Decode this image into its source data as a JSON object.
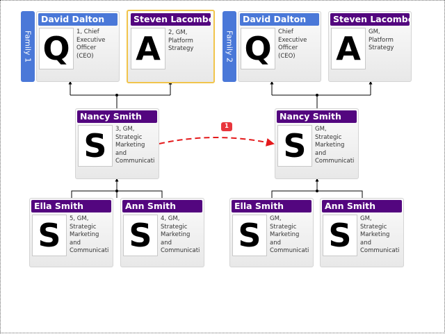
{
  "families": [
    {
      "label": "Family 1"
    },
    {
      "label": "Family 2"
    }
  ],
  "cards": [
    {
      "name": "David Dalton",
      "letter": "Q",
      "desc": "1, Chief\nExecutive\nOfficer\n(CEO)"
    },
    {
      "name": "Steven Lacombe",
      "letter": "A",
      "desc": "2, GM,\nPlatform\nStrategy"
    },
    {
      "name": "Nancy Smith",
      "letter": "S",
      "desc": "3, GM,\nStrategic\nMarketing\nand\nCommunicati"
    },
    {
      "name": "Ella Smith",
      "letter": "S",
      "desc": "5, GM,\nStrategic\nMarketing\nand\nCommunicati"
    },
    {
      "name": "Ann Smith",
      "letter": "S",
      "desc": "4, GM,\nStrategic\nMarketing\nand\nCommunicati"
    },
    {
      "name": "David Dalton",
      "letter": "Q",
      "desc": "Chief\nExecutive\nOfficer\n(CEO)"
    },
    {
      "name": "Steven Lacombe",
      "letter": "A",
      "desc": "GM,\nPlatform\nStrategy"
    },
    {
      "name": "Nancy Smith",
      "letter": "S",
      "desc": "GM,\nStrategic\nMarketing\nand\nCommunicati"
    },
    {
      "name": "Ella Smith",
      "letter": "S",
      "desc": "GM,\nStrategic\nMarketing\nand\nCommunicati"
    },
    {
      "name": "Ann Smith",
      "letter": "S",
      "desc": "GM,\nStrategic\nMarketing\nand\nCommunicati"
    }
  ],
  "annotation": {
    "badge": "1"
  },
  "colors": {
    "title_blue": "#4a78d8",
    "title_purple": "#53067f",
    "selection": "#f1c44b",
    "annotation_arrow": "#e41a1c"
  }
}
